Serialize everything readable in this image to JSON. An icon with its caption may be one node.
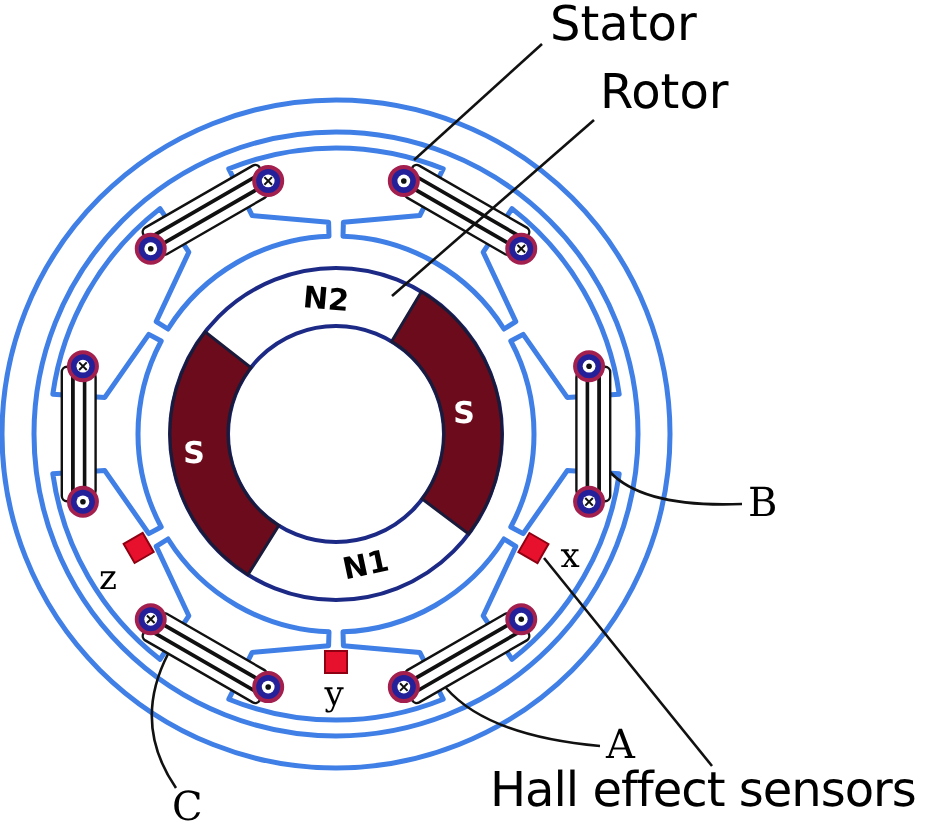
{
  "diagram": {
    "nodes": [
      {
        "text": [
          "Stator"
        ]
      },
      {
        "text": [
          "Rotor"
        ]
      },
      {
        "text": [
          "B"
        ]
      },
      {
        "text": [
          "A"
        ]
      },
      {
        "text": [
          "Hall effect sensors"
        ]
      },
      {
        "text": [
          "C"
        ]
      },
      {
        "text": [],
        "shape": "picture"
      },
      {
        "text": [],
        "shape": "picture",
        "in": 6
      },
      {
        "text": [],
        "shape": "coil",
        "in": 6
      },
      {
        "text": [],
        "shape": "coil",
        "in": 6
      },
      {
        "text": [],
        "shape": "box",
        "in": 6
      },
      {
        "text": [],
        "shape": "coil",
        "in": 6
      },
      {
        "text": [],
        "shape": "coil",
        "in": 6
      },
      {
        "text": [],
        "shape": "coil",
        "in": 6
      },
      {
        "text": [],
        "shape": "coil",
        "in": 6
      },
      {
        "text": [],
        "shape": "box",
        "in": 6
      },
      {
        "text": [],
        "shape": "box",
        "in": 6
      }
    ],
    "edges": [
      {
        "from": 0,
        "to": 6,
        "arrow": "none"
      },
      {
        "from": 1,
        "to": 7,
        "arrow": "none"
      },
      {
        "from": 2,
        "to": 8,
        "arrow": "none"
      },
      {
        "from": 3,
        "to": 9,
        "arrow": "none"
      },
      {
        "from": 4,
        "to": 10,
        "arrow": "none"
      },
      {
        "from": 5,
        "to": 11,
        "arrow": "none"
      }
    ],
    "labels": [
      "N2",
      "S",
      "S",
      "z",
      "N1",
      "x",
      "y"
    ]
  }
}
